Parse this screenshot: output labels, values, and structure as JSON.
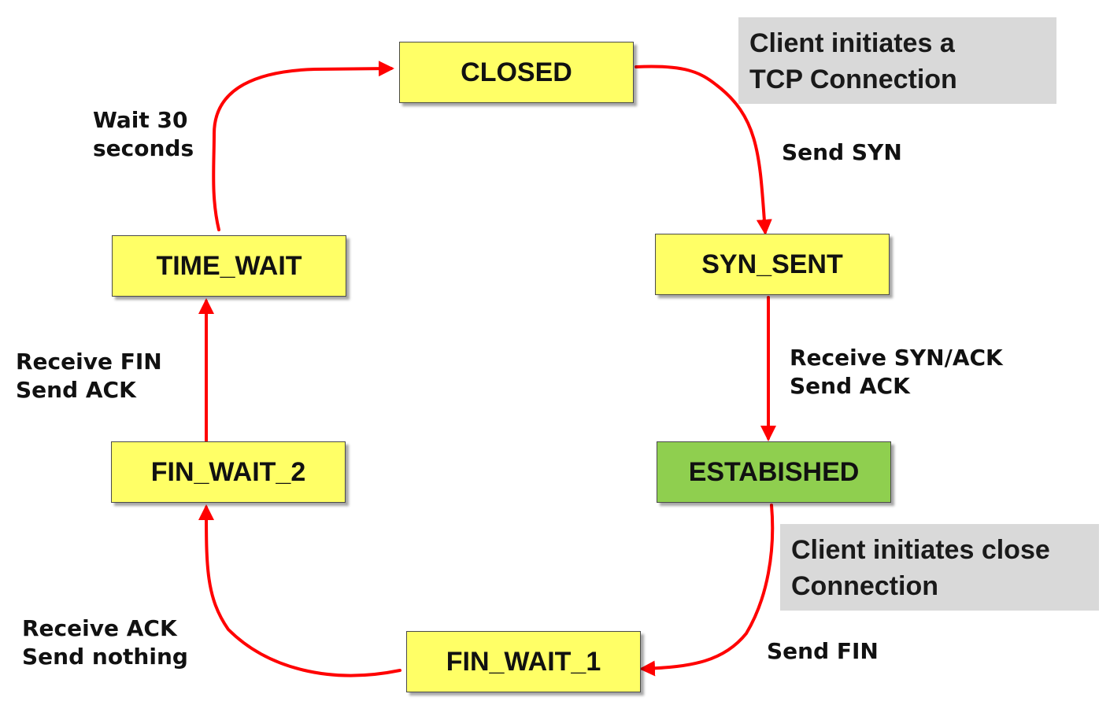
{
  "colors": {
    "state_fill": "#ffff66",
    "established_fill": "#8fcf4f",
    "note_fill": "#d9d9d9",
    "arrow": "#ff0000"
  },
  "states": {
    "closed": "CLOSED",
    "syn_sent": "SYN_SENT",
    "established": "ESTABISHED",
    "fin_wait_1": "FIN_WAIT_1",
    "fin_wait_2": "FIN_WAIT_2",
    "time_wait": "TIME_WAIT"
  },
  "notes": {
    "open": [
      "Client initiates a",
      "TCP Connection"
    ],
    "close": [
      "Client initiates close",
      "Connection"
    ]
  },
  "transitions": {
    "closed_to_syn_sent": [
      "Send SYN"
    ],
    "syn_sent_to_established": [
      "Receive SYN/ACK",
      "Send ACK"
    ],
    "established_to_fin_wait_1": [
      "Send FIN"
    ],
    "fin_wait_1_to_fin_wait_2": [
      "Receive ACK",
      "Send nothing"
    ],
    "fin_wait_2_to_time_wait": [
      "Receive FIN",
      "Send ACK"
    ],
    "time_wait_to_closed": [
      "Wait 30",
      "seconds"
    ]
  }
}
